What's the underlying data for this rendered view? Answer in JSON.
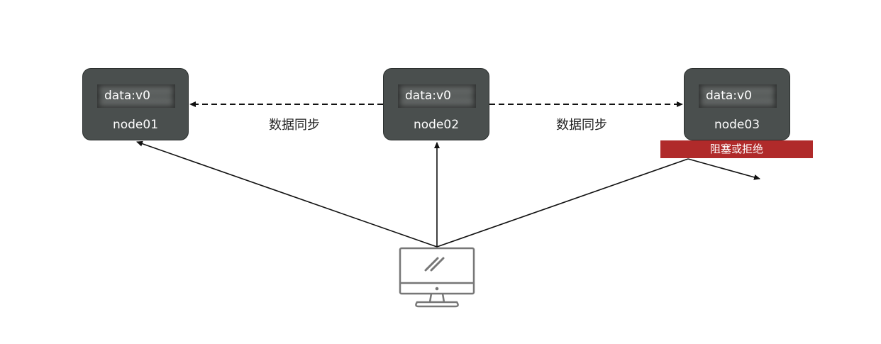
{
  "nodes": [
    {
      "name": "node01",
      "data": "data:v0"
    },
    {
      "name": "node02",
      "data": "data:v0"
    },
    {
      "name": "node03",
      "data": "data:v0"
    }
  ],
  "sync": {
    "left_label": "数据同步",
    "right_label": "数据同步"
  },
  "node03_status": "阻塞或拒绝",
  "colors": {
    "node_fill": "#4a4f4e",
    "blocked_badge": "#b02a2a"
  },
  "icons": {
    "client": "desktop-monitor-icon"
  }
}
